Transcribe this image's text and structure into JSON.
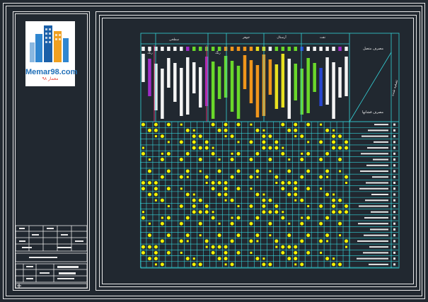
{
  "app": {
    "brand": "Memar98.com",
    "brand_sub": "معمار ۹۸"
  },
  "matrix": {
    "corner_top_label": "مصرف متصل",
    "corner_side_label": "تصفیه شده",
    "corner_bottom_label": "مصرف فشانها",
    "group_labels": [
      "سطحی",
      "رنگ",
      "جوهر",
      "آرسنال",
      "نفت"
    ],
    "colors": {
      "grid": "#34d2d8",
      "accent": "#d8306e",
      "dot": "#f4f400",
      "background": "#212830",
      "frame": "#e8e8e8",
      "green": "#6ad82a",
      "orange": "#f0961c",
      "yellow": "#e8e020",
      "blue": "#2846d0",
      "purple": "#a02cc8",
      "white": "#f4f4f4"
    },
    "rows": 25,
    "cols": 33
  }
}
